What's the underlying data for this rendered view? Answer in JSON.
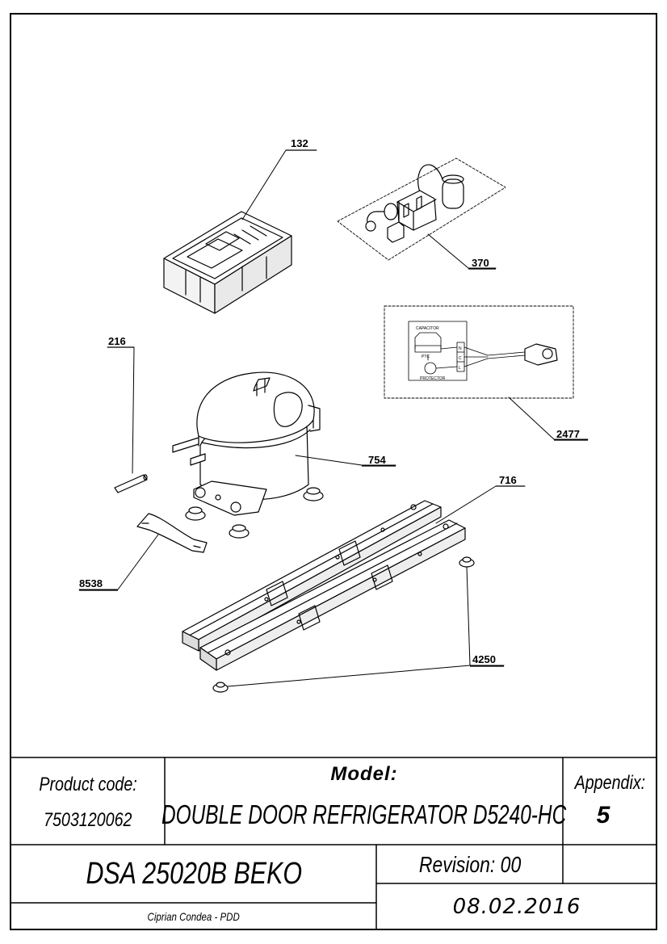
{
  "callouts": [
    {
      "id": "132"
    },
    {
      "id": "370"
    },
    {
      "id": "216"
    },
    {
      "id": "2477"
    },
    {
      "id": "754"
    },
    {
      "id": "716"
    },
    {
      "id": "8538"
    },
    {
      "id": "4250"
    }
  ],
  "schematic": {
    "capacitor": "CAPACITOR",
    "ptc": "PTC",
    "protector": "PROTECTOR",
    "terminals": [
      "N",
      "C",
      "L"
    ]
  },
  "title_block": {
    "product_code_label": "Product code:",
    "product_code": "7503120062",
    "model_label": "Model:",
    "model": "DOUBLE DOOR REFRIGERATOR D5240-HC",
    "appendix_label": "Appendix:",
    "appendix": "5",
    "part_name": "DSA 25020B BEKO",
    "revision": "Revision: 00",
    "author": "Ciprian Condea - PDD",
    "date": "08.02.2016"
  }
}
